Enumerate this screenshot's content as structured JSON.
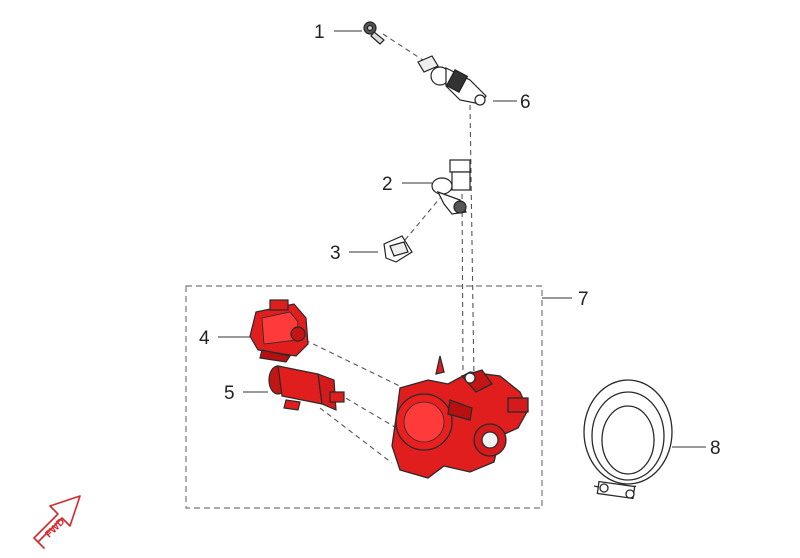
{
  "callouts": [
    "1",
    "2",
    "3",
    "4",
    "5",
    "6",
    "7",
    "8"
  ],
  "fwd_label": "FWD",
  "colors": {
    "part_red": "#e01e1e",
    "part_outline": "#2a2a2a",
    "accent_red": "#d8262a",
    "dash_line": "#555555"
  }
}
